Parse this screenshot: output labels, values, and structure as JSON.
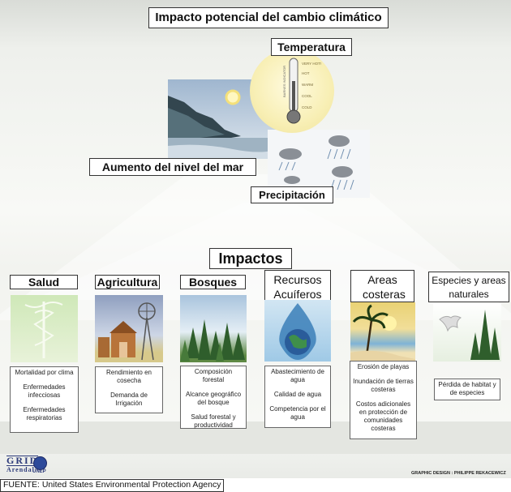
{
  "title": "Impacto potencial del cambio climático",
  "causes": {
    "temperature": "Temperatura",
    "sea_level": "Aumento del nivel del mar",
    "precipitation": "Precipitación"
  },
  "thermometer_labels": [
    "VERY HOT!",
    "HOT",
    "WARM",
    "COOL",
    "COLD"
  ],
  "thermometer_brand": "BARNES INDICATOR",
  "impacts_title": "Impactos",
  "categories": [
    {
      "label": "Salud",
      "items": [
        "Mortalidad por clima",
        "Enfermedades infecciosas",
        "Enfermedades respiratorias"
      ]
    },
    {
      "label": "Agricultura",
      "items": [
        "Rendimiento en cosecha",
        "Demanda de Irrigación"
      ]
    },
    {
      "label": "Bosques",
      "items": [
        "Composición forestal",
        "Alcance geográfico del bosque",
        "Salud forestal y productividad"
      ]
    },
    {
      "label": "Recursos Acuíferos",
      "items": [
        "Abastecimiento de agua",
        "Calidad de agua",
        "Competencia por el agua"
      ]
    },
    {
      "label": "Areas costeras",
      "items": [
        "Erosión de playas",
        "Inundación de tierras costeras",
        "Costos adicionales en protección de comunidades costeras"
      ]
    },
    {
      "label": "Especies y areas naturales",
      "items": [
        "Pérdida de habitat y de especies"
      ]
    }
  ],
  "source": "FUENTE: United States Environmental Protection Agency",
  "credit": "GRAPHIC DESIGN : PHILIPPE REKACEWICZ",
  "logo": {
    "grid": "GRID",
    "arendal": "Arendal",
    "unep": "UNEP"
  }
}
